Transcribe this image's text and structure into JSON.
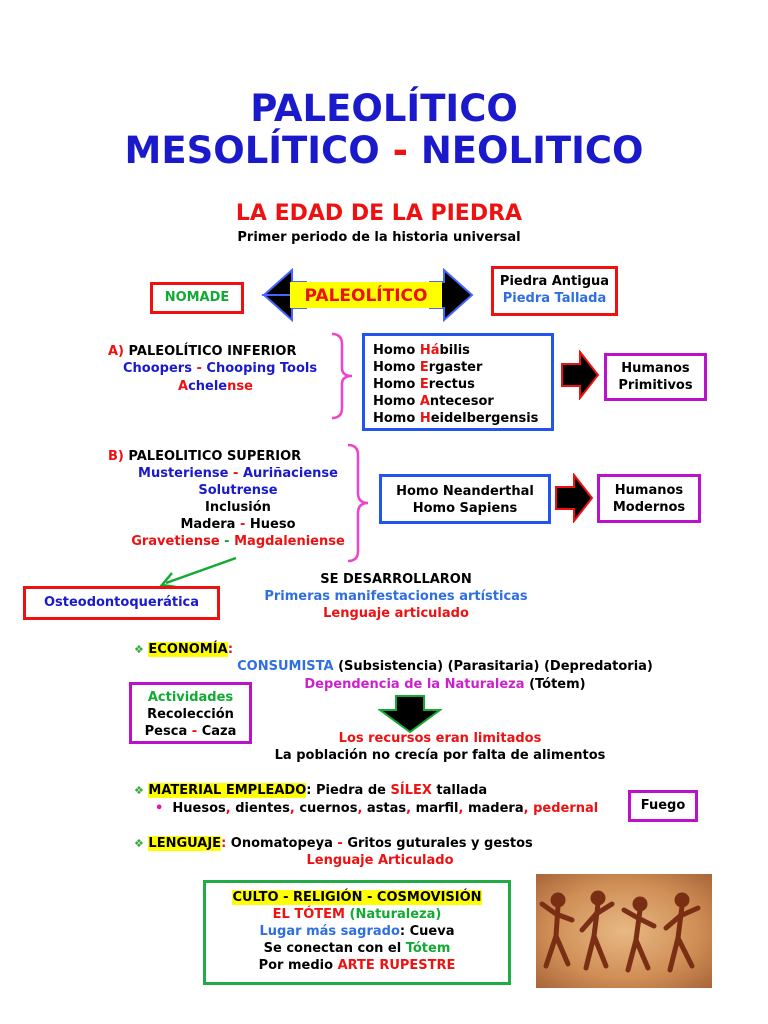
{
  "title": {
    "line1": "PALEOLÍTICO",
    "line2a": "MESOLÍTICO",
    "line2dash": "-",
    "line2b": "NEOLITICO"
  },
  "subtitle": {
    "main": "LA EDAD DE LA PIEDRA",
    "sub": "Primer periodo de la historia universal"
  },
  "paleo": {
    "nomade": "NOMADE",
    "center": "PALEOLÍTICO",
    "right1": "Piedra Antigua",
    "right2": "Piedra Tallada"
  },
  "inferior": {
    "letter": "A)",
    "title": "PALEOLÍTICO INFERIOR",
    "tools_a": "Choopers",
    "dash": "-",
    "tools_b": "Chooping Tools",
    "ach_a": "A",
    "ach_b": "chele",
    "ach_c": "nse",
    "species": [
      {
        "prefix": "Homo ",
        "initial": "Há",
        "rest": "bilis"
      },
      {
        "prefix": "Homo ",
        "initial": "E",
        "rest": "rgaster"
      },
      {
        "prefix": "Homo ",
        "initial": "E",
        "rest": "rectus"
      },
      {
        "prefix": "Homo ",
        "initial": "A",
        "rest": "ntecesor"
      },
      {
        "prefix": "Homo ",
        "initial": "H",
        "rest": "eidelbergensis"
      }
    ],
    "result1": "Humanos",
    "result2": "Primitivos"
  },
  "superior": {
    "letter": "B)",
    "title": "PALEOLITICO SUPERIOR",
    "c1a": "Musteriense",
    "c1b": "Auriñaciense",
    "c2": "Solutrense",
    "c3": "Inclusión",
    "c4a": "Madera",
    "c4b": "Hueso",
    "c5a": "Gravetiense",
    "c5b": "Magdaleniense",
    "species1": "Homo Neanderthal",
    "species2": "Homo Sapiens",
    "result1": "Humanos",
    "result2": "Modernos"
  },
  "osteo": "Osteodontoquerática",
  "desarrollo": {
    "title": "SE DESARROLLARON",
    "l1": "Primeras manifestaciones artísticas",
    "l2": "Lenguaje articulado"
  },
  "economia": {
    "label": "ECONOMÍA",
    "colon": ":",
    "consumista": "CONSUMISTA",
    "sub": "(Subsistencia)",
    "par": "(Parasitaria)",
    "dep": "(Depredatoria)",
    "dep_nat": "Dependencia de la Naturaleza",
    "totem": "(Tótem)",
    "act_title": "Actividades",
    "act1": "Recolección",
    "act2a": "Pesca",
    "act2b": "Caza",
    "limit": "Los recursos eran limitados",
    "poblacion": "La población no crecía por falta de alimentos"
  },
  "material": {
    "label": "MATERIAL EMPLEADO",
    "colon": ":",
    "text_a": " Piedra de ",
    "silex": "SÍLEX",
    "text_b": " tallada",
    "items": [
      "Huesos",
      "dientes",
      "cuernos",
      "astas",
      "marfil",
      "madera"
    ],
    "pedernal": "pedernal",
    "fuego": "Fuego"
  },
  "lenguaje": {
    "label": "LENGUAJE",
    "colon": ":",
    "text": " Onomatopeya",
    "text2": "Gritos guturales y gestos",
    "sub": "Lenguaje Articulado"
  },
  "culto": {
    "title": "CULTO - RELIGIÓN - COSMOVISIÓN",
    "l2a": "EL TÓTEM",
    "l2b": "(Naturaleza)",
    "l3a": "Lugar más sagrado",
    "l3b": ": Cueva",
    "l4a": "Se conectan con el ",
    "l4b": "Tótem",
    "l5a": "Por medio ",
    "l5b": "ARTE RUPESTRE"
  },
  "colors": {
    "title_blue": "#1a1acc",
    "red": "#ee1111",
    "box_blue": "#2255ee",
    "box_magenta": "#bb11cc",
    "box_green": "#22aa44",
    "highlight": "#ffff00"
  },
  "icons": [
    "left-arrow-icon",
    "right-arrow-icon",
    "down-arrow-icon",
    "diamond-bullet-icon",
    "brace-icon",
    "cave-painting-image"
  ]
}
